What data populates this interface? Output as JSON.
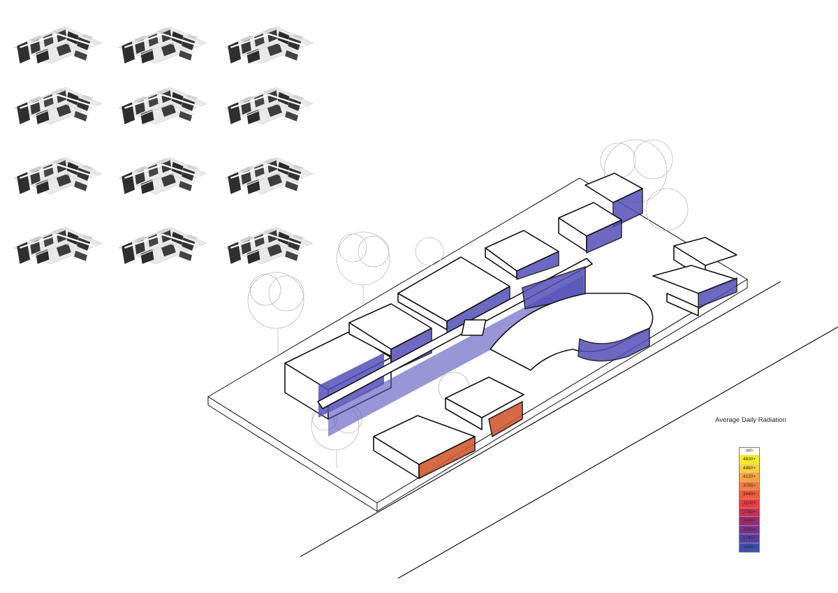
{
  "legend": {
    "title": "Average Daily Radiation",
    "unit": "Wh",
    "steps": [
      {
        "label": "4830+",
        "color": "#f5ea2a"
      },
      {
        "label": "4460+",
        "color": "#f8d23a"
      },
      {
        "label": "4120+",
        "color": "#f7a441"
      },
      {
        "label": "3780+",
        "color": "#f3803d"
      },
      {
        "label": "3440+",
        "color": "#ee5a3a"
      },
      {
        "label": "3100+",
        "color": "#e83d3c"
      },
      {
        "label": "2760+",
        "color": "#c82f52"
      },
      {
        "label": "2420+",
        "color": "#9c2c6c"
      },
      {
        "label": "2080+",
        "color": "#7a3389"
      },
      {
        "label": "1740+",
        "color": "#5a3f9d"
      },
      {
        "label": "1400+",
        "color": "#3f4fb1"
      }
    ]
  },
  "colors": {
    "facade_high": "#d35a33",
    "facade_low": "#5450b8",
    "line": "#111111",
    "trees": "#b9b9b9"
  },
  "thumbnails": {
    "rows": 4,
    "cols": 3,
    "icon": "study-massing-thumbnail"
  }
}
